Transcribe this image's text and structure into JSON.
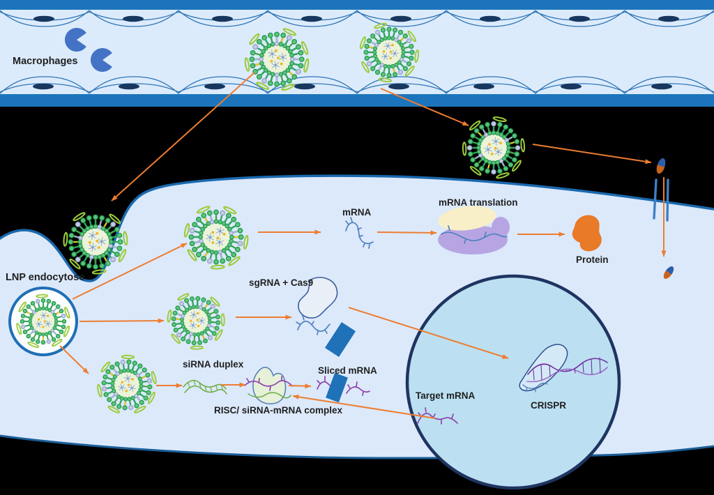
{
  "figure_labels": {
    "macrophages": "Macrophages",
    "lnp_endocytose": "LNP endocytose",
    "mrna": "mRNA",
    "mrna_translation": "mRNA translation",
    "protein": "Protein",
    "sgrna_cas9": "sgRNA + Cas9",
    "sirna_duplex": "siRNA duplex",
    "sliced_mrna": "Sliced mRNA",
    "risc_complex": "RISC/ siRNA-mRNA complex",
    "target_mrna": "Target mRNA",
    "crispr": "CRISPR"
  },
  "colors": {
    "arrow": "#ED7D31",
    "vesselWall": "#1C75BC",
    "lumen": "#DCEBFC",
    "endothelium": "#2E75B6",
    "nucleus": "#17375E",
    "macrophage": "#4472C4",
    "background": "#000000",
    "cellFill": "#DCE9FB",
    "membrane": "#1A69AE",
    "membraneBottom": "#1B5E97",
    "crisprCircleFill": "#BCE0F2",
    "crisprCircleStroke": "#1F3460",
    "peg": "#9CCB3B",
    "lnpYellow": "#F5C518",
    "lnpCore": "#EBF3D8",
    "lnpGreenHead": "#5FC27D",
    "lnpGreenStroke": "#1F9A4B",
    "lnpGrayHead": "#C6CCE6",
    "lnpGrayStroke": "#97A1C9",
    "mrnaBlue": "#4F81BD",
    "ribosomeBody": "#B7A5E3",
    "ribosomeCap": "#F8EFC8",
    "protein": "#E87A28",
    "cas9Fill": "#E9EFF6",
    "cas9Stroke": "#3A5FA0",
    "dnaRect": "#1F72B8",
    "purple": "#8E44AD",
    "helixPurpleA": "#7030A0",
    "helixPurpleB": "#9E6FC7",
    "sirnaGreen": "#6FAE44",
    "riscFill": "#E6F1D8",
    "riscStroke": "#5B83B8",
    "endosomeStroke": "#1F6FB5",
    "receptorBlue": "#3F7FC6",
    "capsuleBlue": "#2E5EA8",
    "capsuleOrange": "#C9641D"
  }
}
